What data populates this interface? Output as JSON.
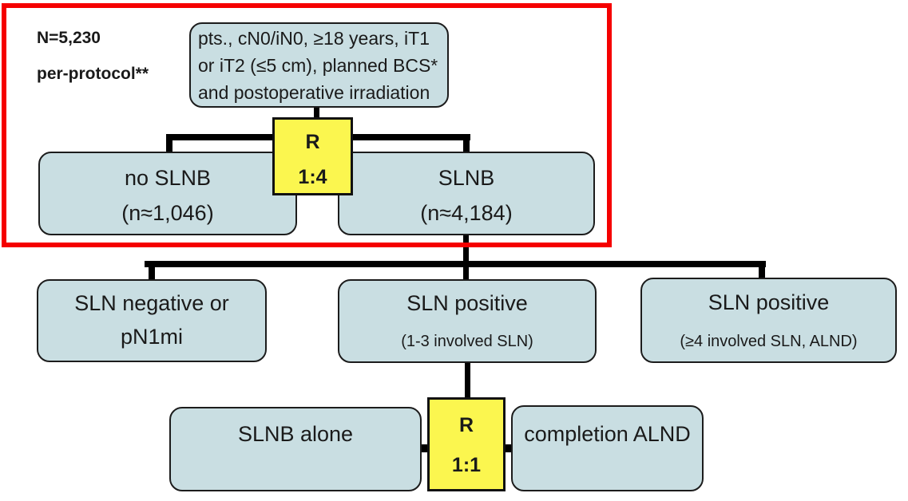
{
  "colors": {
    "box_fill": "#c9dee2",
    "box_border": "#1c1c1c",
    "randomization_fill": "#fbf64f",
    "red_frame": "#f50000",
    "connector": "#000000",
    "text": "#1a1a1a"
  },
  "header": {
    "total": "N=5,230",
    "protocol_note": "per-protocol**"
  },
  "eligibility": {
    "line1": "pts., cN0/iN0, ≥18 years, iT1",
    "line2": "or iT2 (≤5 cm), planned BCS*",
    "line3": "and postoperative irradiation"
  },
  "randomization1": {
    "symbol": "R",
    "ratio": "1:4"
  },
  "randomization2": {
    "symbol": "R",
    "ratio": "1:1"
  },
  "arms": {
    "no_slnb": {
      "title": "no SLNB",
      "count": "(n≈1,046)"
    },
    "slnb": {
      "title": "SLNB",
      "count": "(n≈4,184)"
    },
    "sln_negative": {
      "line1": "SLN negative or",
      "line2": "pN1mi"
    },
    "sln_positive_1_3": {
      "title": "SLN positive",
      "subtitle": "(1-3 involved SLN)"
    },
    "sln_positive_4plus": {
      "title": "SLN positive",
      "subtitle": "(≥4 involved SLN, ALND)"
    },
    "slnb_alone": {
      "title": "SLNB alone"
    },
    "completion_alnd": {
      "title": "completion ALND"
    }
  }
}
